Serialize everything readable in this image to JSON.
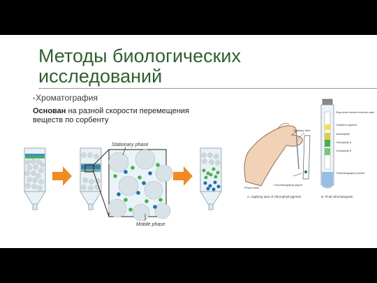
{
  "slide": {
    "title": "Методы биологических исследований",
    "bullet": "Хроматография",
    "desc_bold": "Основан",
    "desc_rest": " на разной скорости перемещения веществ по сорбенту"
  },
  "left_figure": {
    "stationary_label": "Stationary phase",
    "mobile_label": "Mobile phase"
  },
  "right_figure": {
    "capillary_label": "Capillary tube",
    "paper_label": "Chromatography paper",
    "stop_label": "Stop when solvent reaches mark",
    "carotene_label": "Carotene pigment",
    "xanthophyll_label": "Xanthophyll",
    "chla_label": "Chlorophyll a",
    "chlb_label": "Chlorophyll b",
    "solvent_label": "Chromatography solvent",
    "caption_a": "A. Applying spot of chlorophyll pigment",
    "caption_b": "B. Final chromatogram",
    "pencil_label": "Pencil mark"
  },
  "colors": {
    "accent_green": "#3e9e3a",
    "arrow_orange": "#f08a24",
    "title_green": "#2f5f2f"
  }
}
